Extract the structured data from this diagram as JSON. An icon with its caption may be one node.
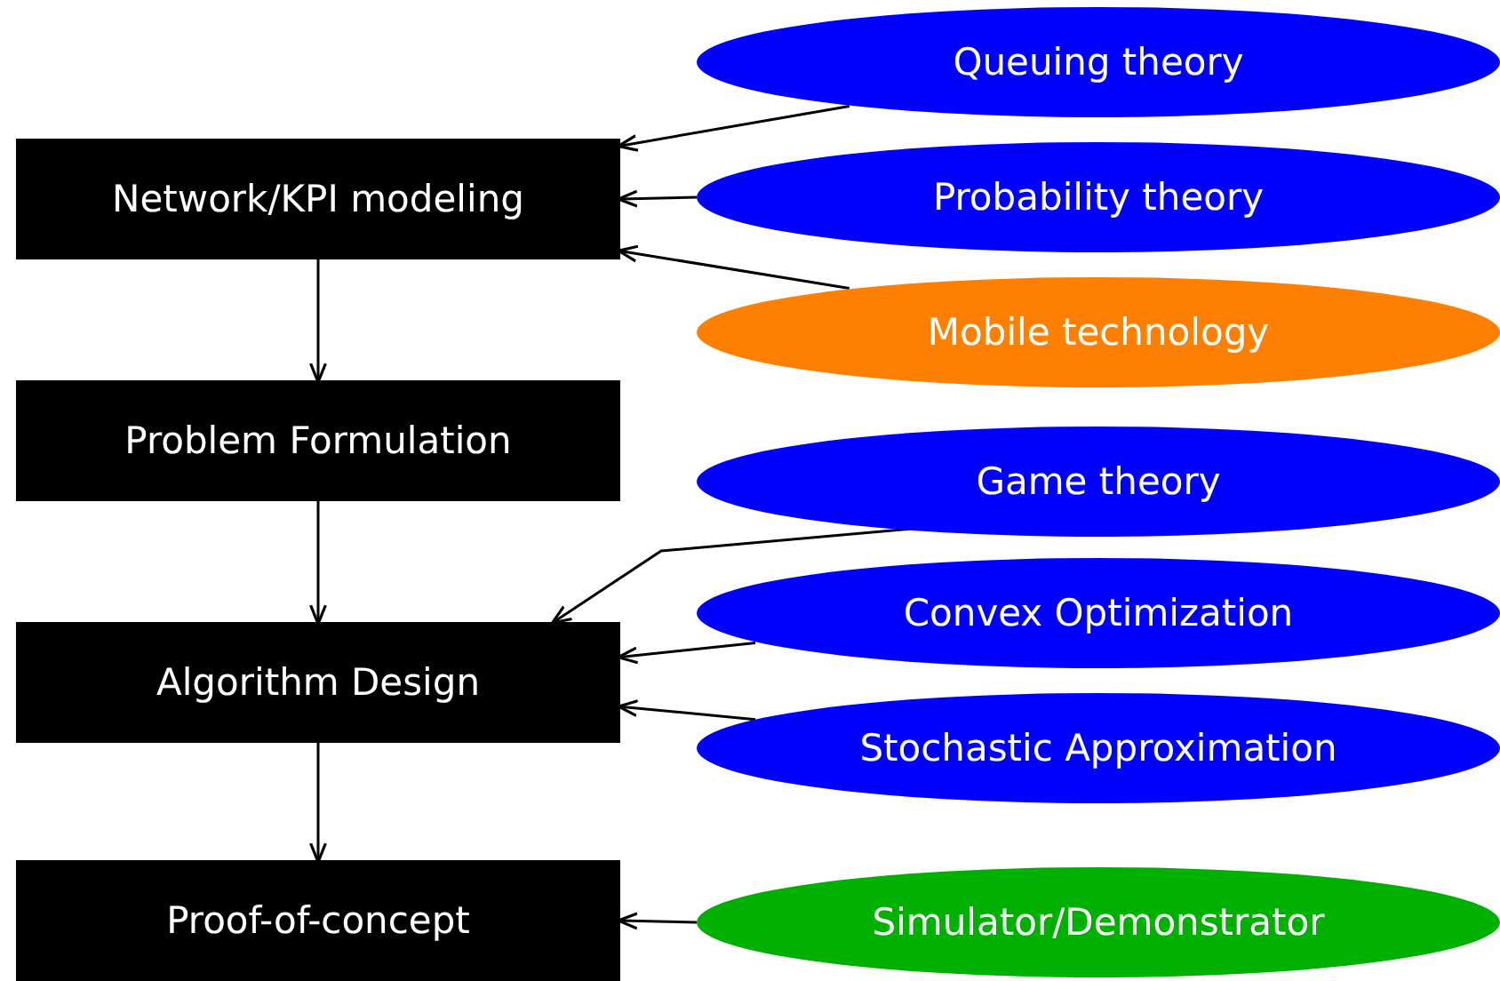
{
  "diagram": {
    "nodes": [
      {
        "text": [
          "Queuing theory"
        ]
      },
      {
        "text": [
          "Network/KPI modeling"
        ]
      },
      {
        "text": [
          "Probability theory"
        ]
      },
      {
        "text": [
          "Mobile technology"
        ]
      },
      {
        "text": [
          "Problem Formulation"
        ]
      },
      {
        "text": [
          "Game theory"
        ]
      },
      {
        "text": [
          "Convex Optimization"
        ]
      },
      {
        "text": [
          "Algorithm Design"
        ]
      },
      {
        "text": [
          "Stochastic Approximation"
        ]
      },
      {
        "text": [
          "Proof-of-concept"
        ]
      },
      {
        "text": [
          "Simulator/Demonstrator"
        ]
      }
    ],
    "edges": [
      {
        "from": 0,
        "to": 1,
        "arrow": "to"
      },
      {
        "from": 2,
        "to": 1,
        "arrow": "to"
      },
      {
        "from": 3,
        "to": 1,
        "arrow": "to"
      },
      {
        "from": 1,
        "to": 4,
        "arrow": "to"
      },
      {
        "from": 5,
        "to": 7,
        "arrow": "to"
      },
      {
        "from": 6,
        "to": 7,
        "arrow": "to"
      },
      {
        "from": 8,
        "to": 7,
        "arrow": "to"
      },
      {
        "from": 4,
        "to": 7,
        "arrow": "to"
      },
      {
        "from": 7,
        "to": 9,
        "arrow": "to"
      },
      {
        "from": 10,
        "to": 9,
        "arrow": "to"
      }
    ]
  }
}
